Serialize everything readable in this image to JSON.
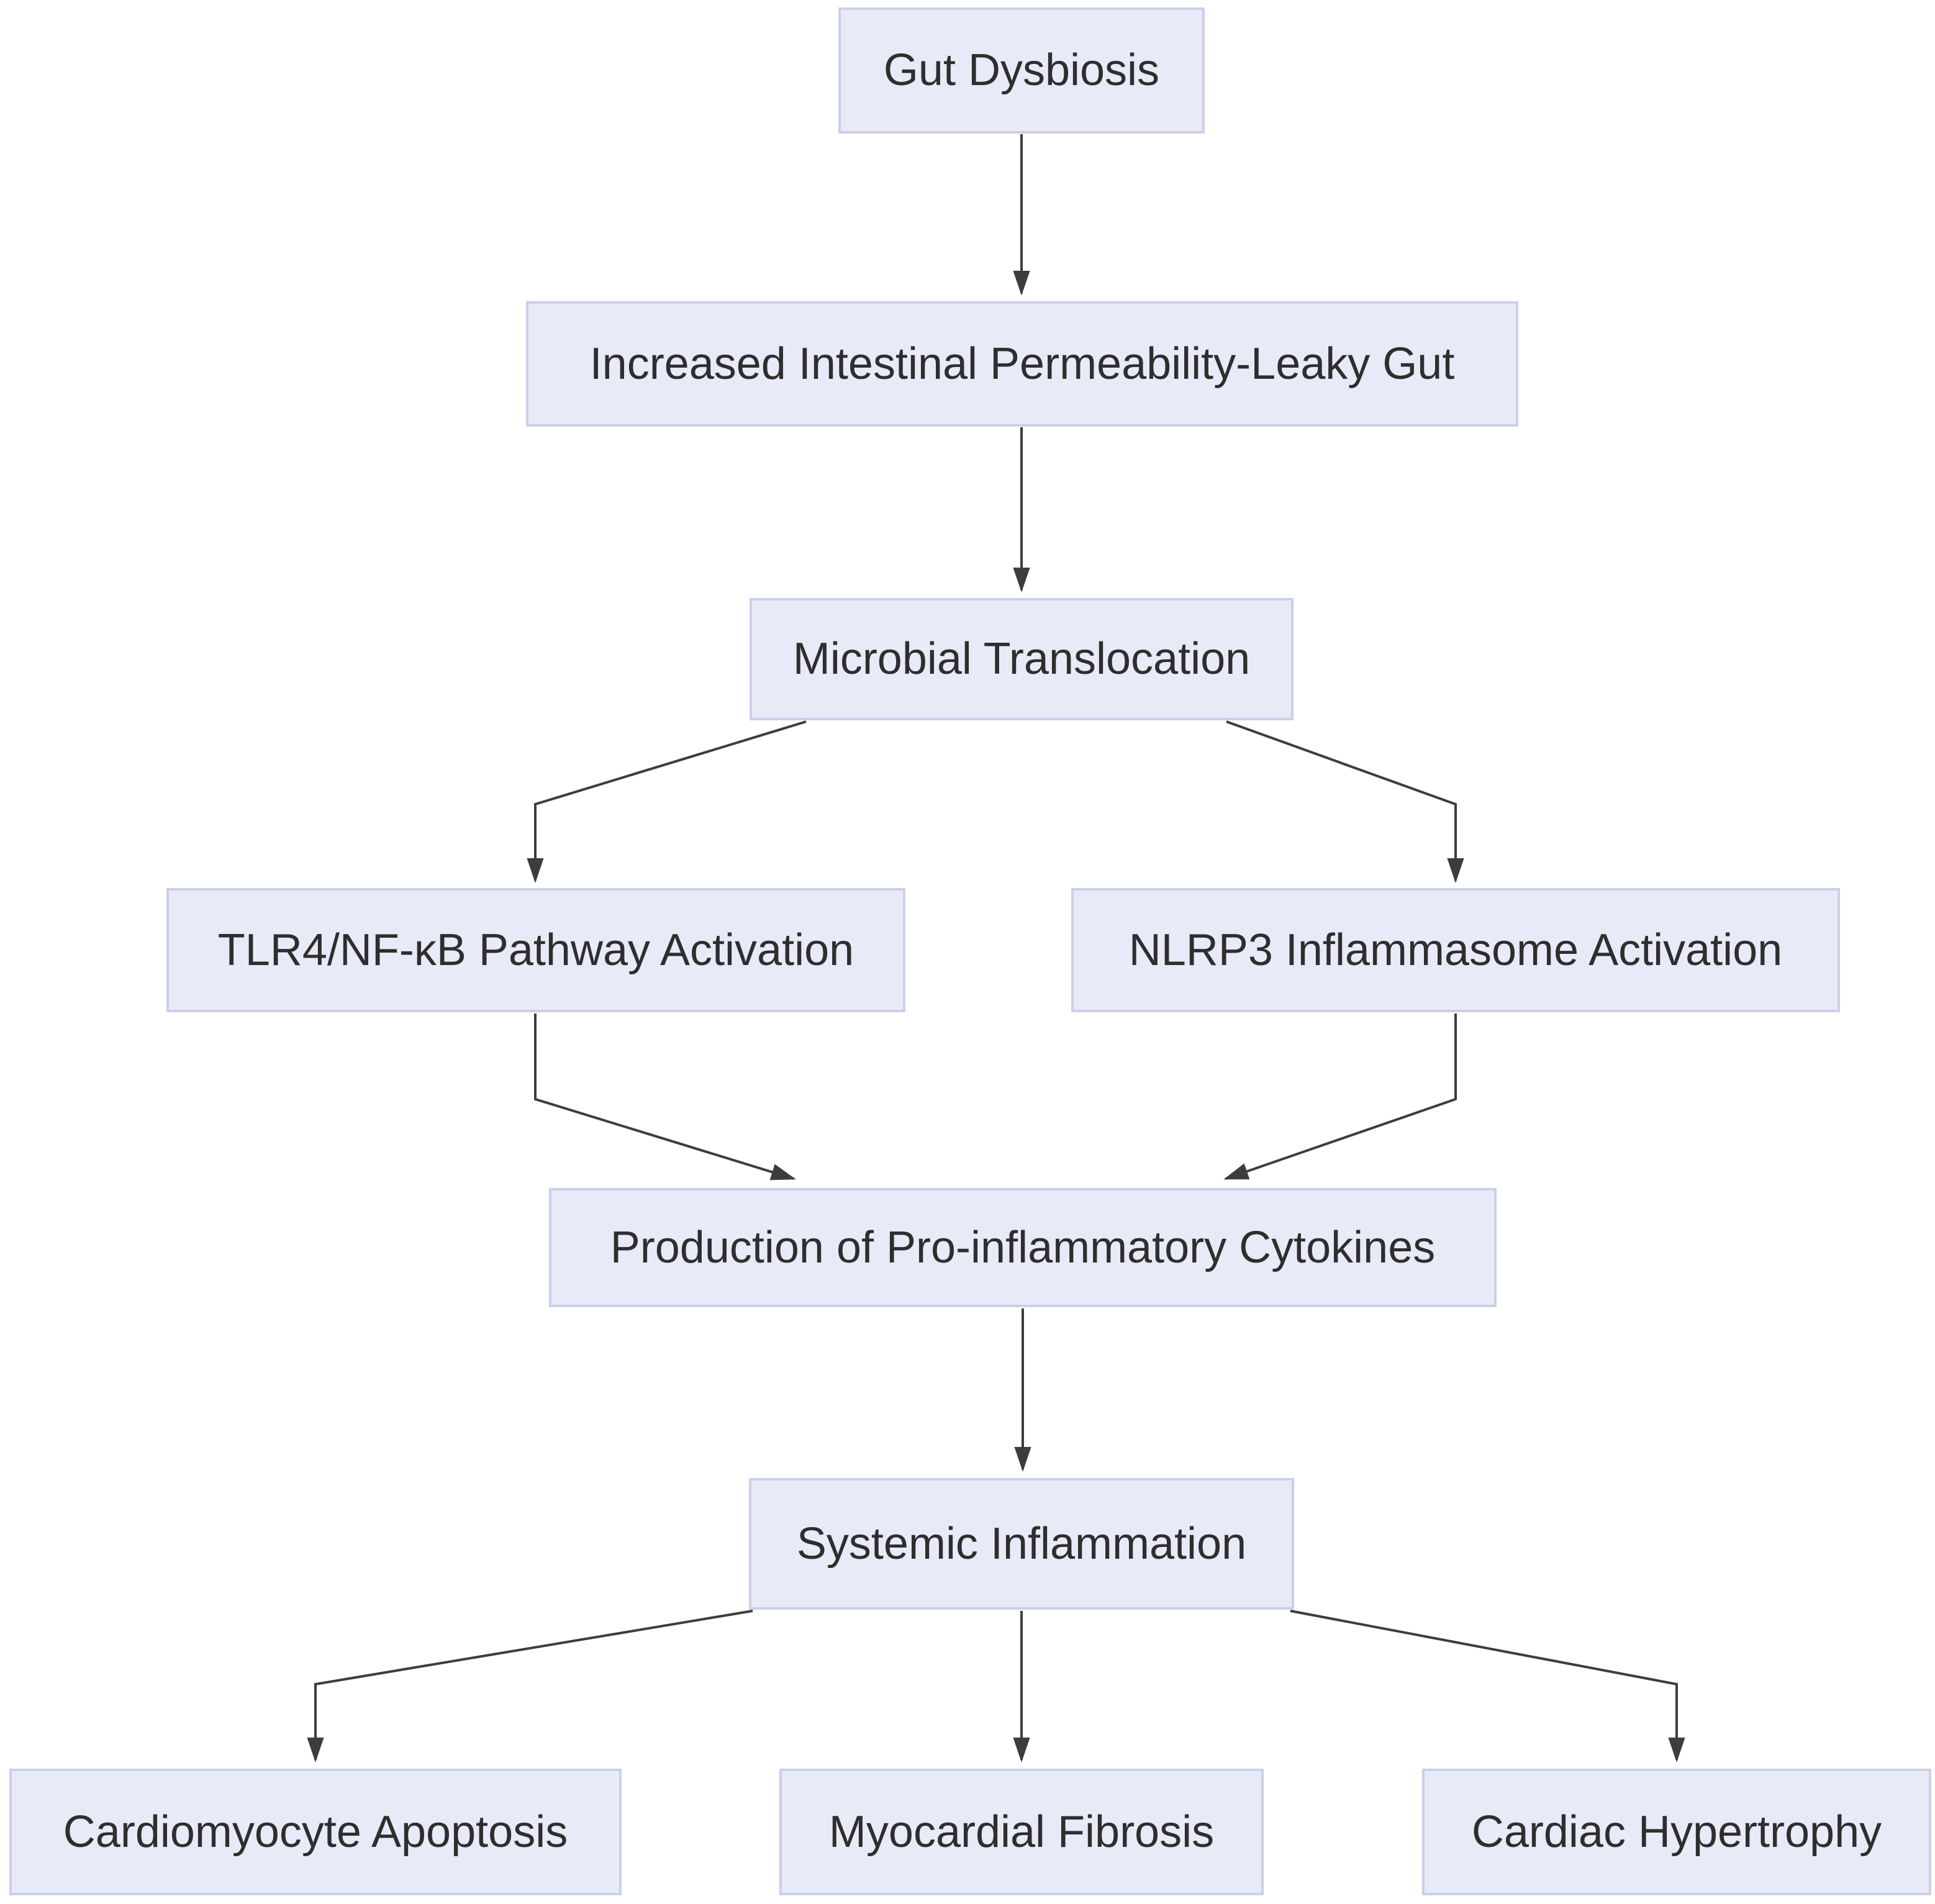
{
  "diagram": {
    "type": "flowchart",
    "background": "#FFFFFF",
    "colors": {
      "node_fill": "#E9EAF8",
      "node_border": "#CCCFEA",
      "text": "#2E2E2E",
      "arrow": "#3D3D3D"
    },
    "nodes": [
      {
        "id": "gut-dysbiosis",
        "label": "Gut Dysbiosis"
      },
      {
        "id": "increased-intestinal-permeability",
        "label": "Increased Intestinal Permeability-Leaky Gut"
      },
      {
        "id": "microbial-translocation",
        "label": "Microbial Translocation"
      },
      {
        "id": "tlr4-nfkb-pathway-activation",
        "label": "TLR4/NF-κB Pathway Activation"
      },
      {
        "id": "nlrp3-inflammasome-activation",
        "label": "NLRP3 Inflammasome Activation"
      },
      {
        "id": "production-pro-inflammatory-cytokines",
        "label": "Production of Pro-inflammatory Cytokines"
      },
      {
        "id": "systemic-inflammation",
        "label": "Systemic Inflammation"
      },
      {
        "id": "cardiomyocyte-apoptosis",
        "label": "Cardiomyocyte Apoptosis"
      },
      {
        "id": "myocardial-fibrosis",
        "label": "Myocardial Fibrosis"
      },
      {
        "id": "cardiac-hypertrophy",
        "label": "Cardiac Hypertrophy"
      }
    ],
    "edges": [
      {
        "from": "gut-dysbiosis",
        "to": "increased-intestinal-permeability"
      },
      {
        "from": "increased-intestinal-permeability",
        "to": "microbial-translocation"
      },
      {
        "from": "microbial-translocation",
        "to": "tlr4-nfkb-pathway-activation"
      },
      {
        "from": "microbial-translocation",
        "to": "nlrp3-inflammasome-activation"
      },
      {
        "from": "tlr4-nfkb-pathway-activation",
        "to": "production-pro-inflammatory-cytokines"
      },
      {
        "from": "nlrp3-inflammasome-activation",
        "to": "production-pro-inflammatory-cytokines"
      },
      {
        "from": "production-pro-inflammatory-cytokines",
        "to": "systemic-inflammation"
      },
      {
        "from": "systemic-inflammation",
        "to": "cardiomyocyte-apoptosis"
      },
      {
        "from": "systemic-inflammation",
        "to": "myocardial-fibrosis"
      },
      {
        "from": "systemic-inflammation",
        "to": "cardiac-hypertrophy"
      }
    ]
  }
}
